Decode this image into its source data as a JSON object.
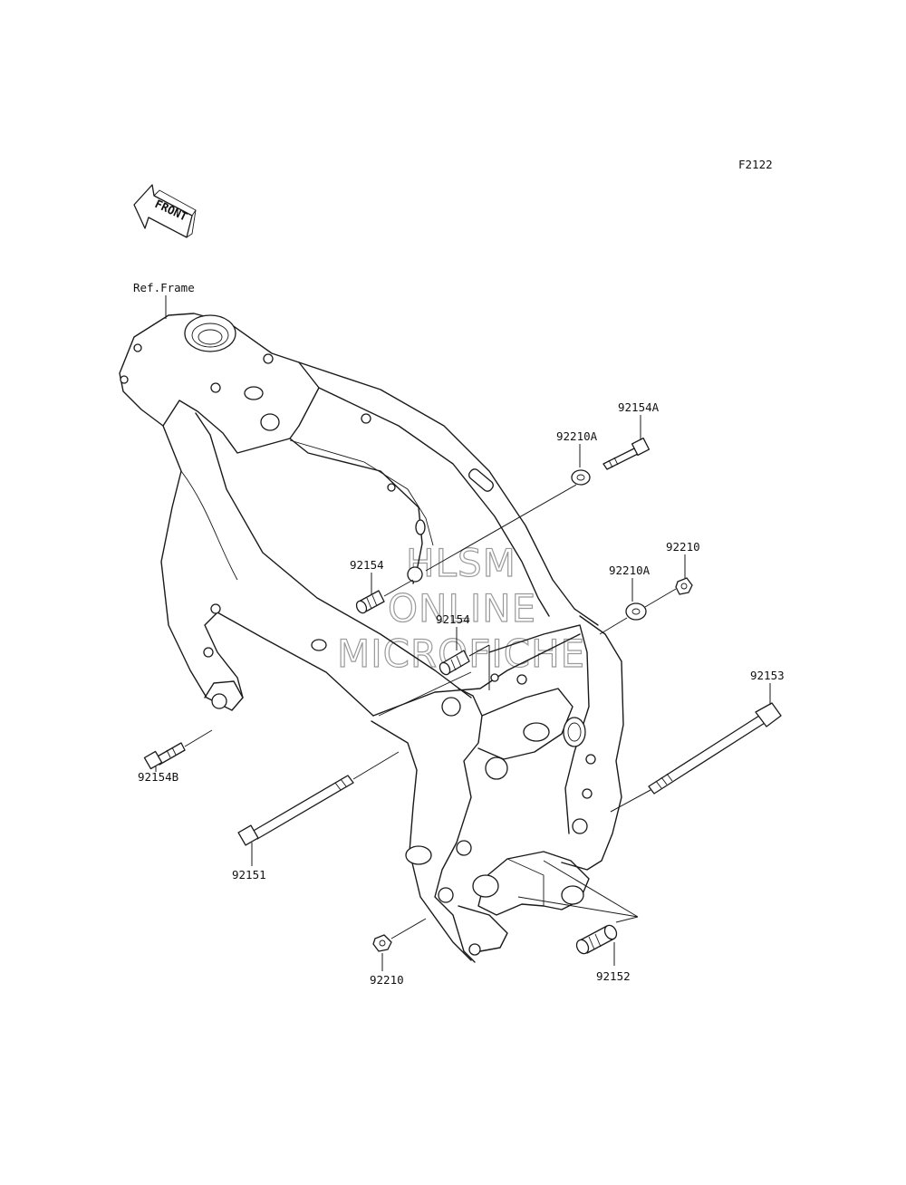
{
  "diagram": {
    "figure_code": "F2122",
    "front_arrow_text": "FRONT",
    "ref_label": "Ref.Frame",
    "watermark": [
      "HLSM",
      "ONLINE",
      "MICROFICHE"
    ],
    "parts": {
      "p92154A": "92154A",
      "p92210A_top": "92210A",
      "p92210_right": "92210",
      "p92210A_mid": "92210A",
      "p92154_upper": "92154",
      "p92154_lower": "92154",
      "p92153": "92153",
      "p92154B": "92154B",
      "p92151": "92151",
      "p92210_bottom": "92210",
      "p92152": "92152"
    }
  }
}
